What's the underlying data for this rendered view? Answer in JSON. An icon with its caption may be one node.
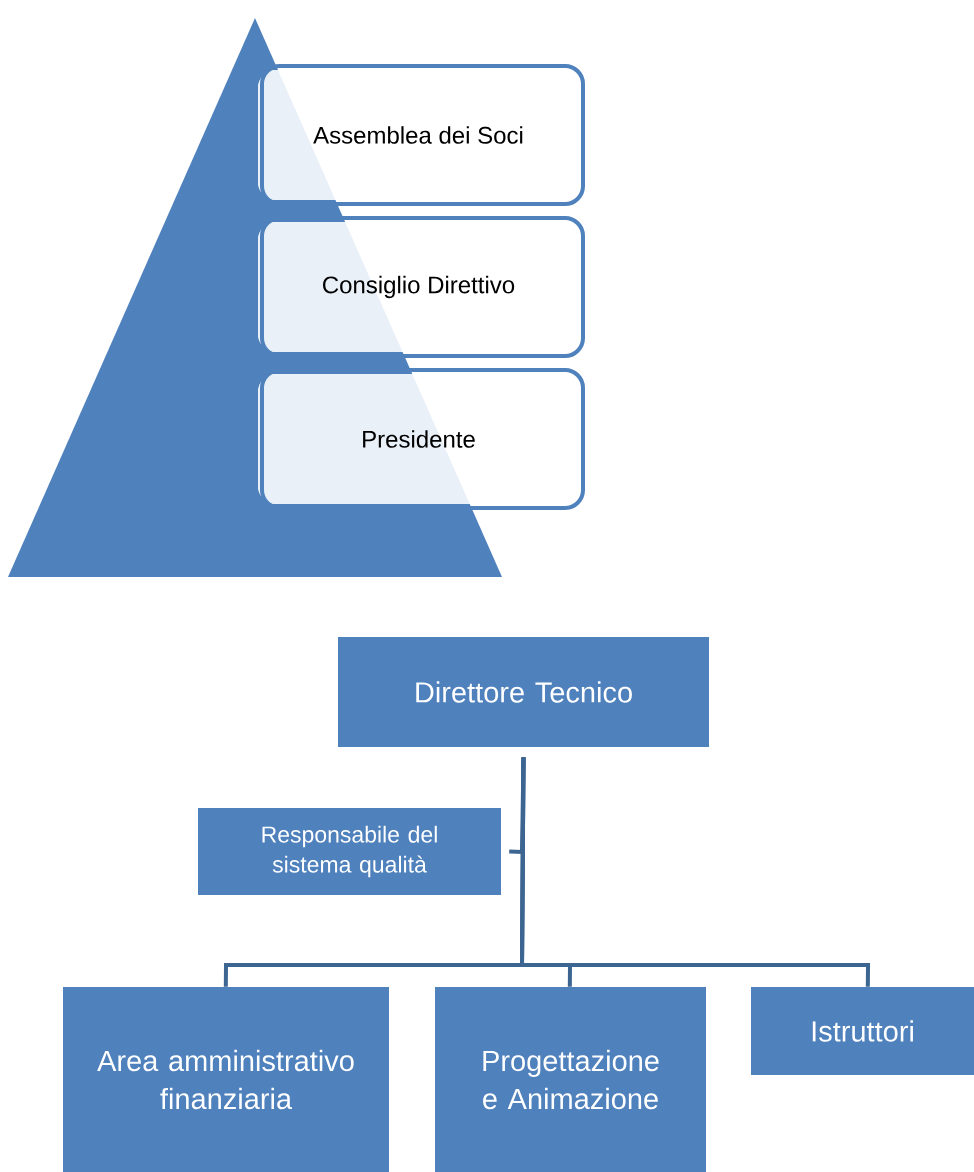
{
  "diagram": {
    "nodes": [
      {
        "text": [],
        "shape": "triangle"
      },
      {
        "text": [
          "Assemblea dei Soci"
        ]
      },
      {
        "text": [
          "Consiglio Direttivo"
        ]
      },
      {
        "text": [
          "Presidente"
        ]
      },
      {
        "text": [
          "Direttore Tecnico"
        ]
      },
      {
        "text": [
          "Responsabile del sistema qualità"
        ]
      },
      {
        "text": [
          "Area amministrativo finanziaria"
        ]
      },
      {
        "text": [
          "Progettazione e Animazione"
        ]
      },
      {
        "text": [
          "Istruttori"
        ]
      }
    ],
    "edges": [
      {
        "from": 4,
        "to": 5,
        "arrow": "none"
      },
      {
        "from": 4,
        "to": 6,
        "arrow": "none"
      },
      {
        "from": 4,
        "to": 7,
        "arrow": "none"
      },
      {
        "from": 4,
        "to": 8,
        "arrow": "none"
      }
    ]
  }
}
